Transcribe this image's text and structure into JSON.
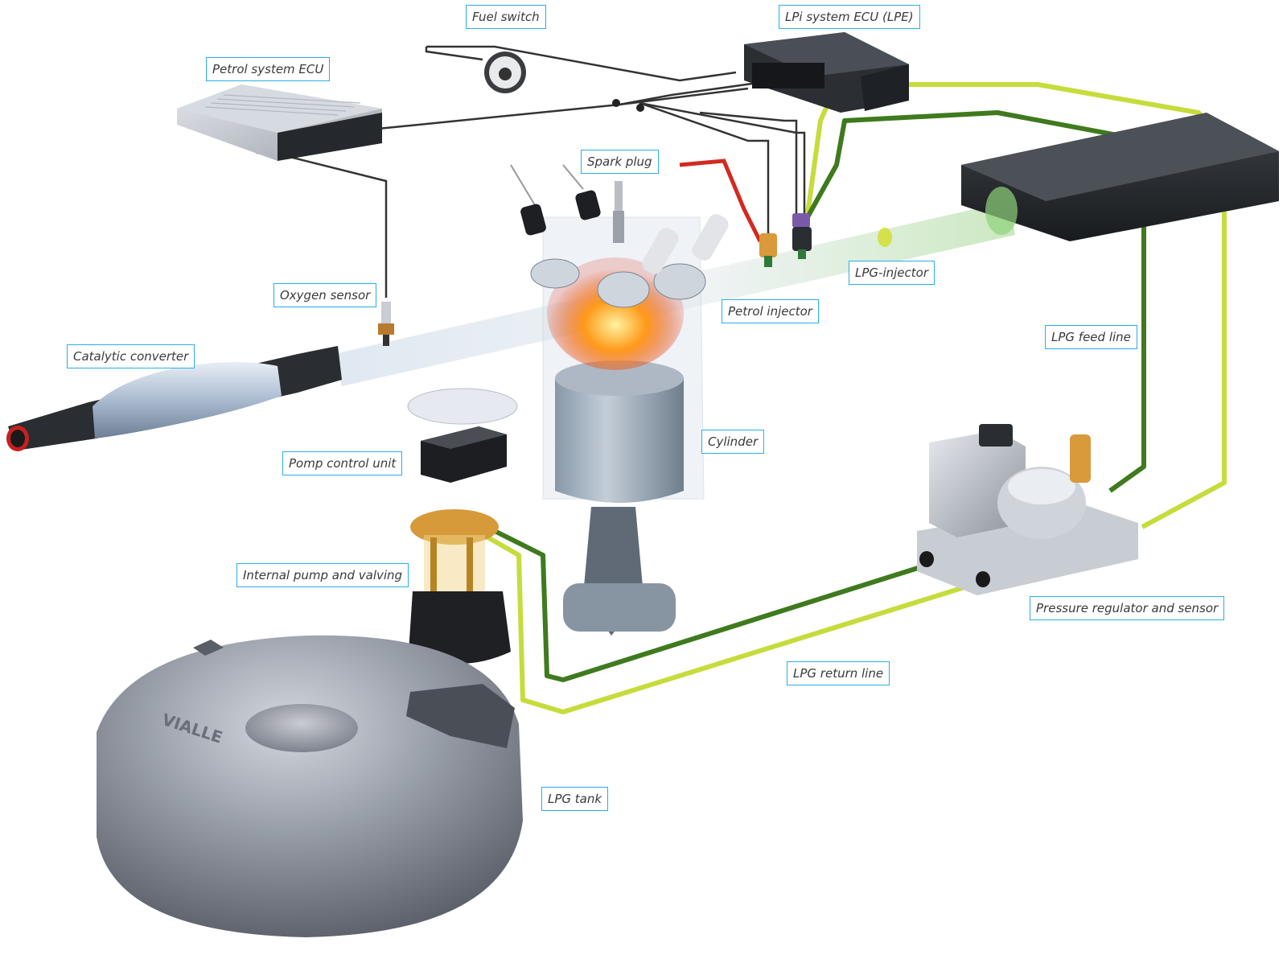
{
  "labels": {
    "fuel_switch": "Fuel switch",
    "lpi_ecu": "LPi system ECU (LPE)",
    "petrol_ecu": "Petrol system ECU",
    "spark_plug": "Spark plug",
    "oxygen_sensor": "Oxygen sensor",
    "lpg_injector": "LPG-injector",
    "petrol_injector": "Petrol injector",
    "lpg_feed_line": "LPG feed line",
    "catalytic_converter": "Catalytic converter",
    "cylinder": "Cylinder",
    "pump_control_unit": "Pomp control unit",
    "internal_pump": "Internal pump and valving",
    "pressure_regulator": "Pressure regulator and sensor",
    "lpg_return_line": "LPG return line",
    "lpg_tank": "LPG tank"
  },
  "colors": {
    "label_border": "#29aee6",
    "feed_line": "#c6dc3c",
    "return_line": "#3f7a1e",
    "wire": "#333333",
    "tank": "#8a8f99"
  }
}
